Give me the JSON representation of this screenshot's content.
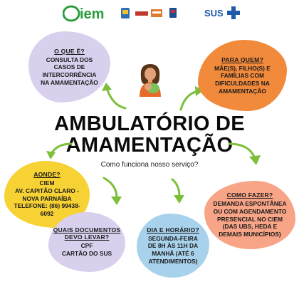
{
  "header": {
    "iem_logo": "iem",
    "sus_logo": "SUS"
  },
  "title": {
    "line1": "AMBULATÓRIO DE",
    "line2": "AMAMENTAÇÃO"
  },
  "subtitle": "Como funciona nosso serviço?",
  "blobs": {
    "o_que_e": {
      "question": "O QUE É?",
      "lines": [
        "CONSULTA DOS",
        "CASOS DE",
        "INTERCORRÊNCIA",
        "NA AMAMENTAÇÃO"
      ]
    },
    "para_quem": {
      "question": "PARA QUEM?",
      "lines": [
        "MÃE(S), FILHO(S) E",
        "FAMÍLIAS COM",
        "DIFICULDADES  NA",
        "AMAMENTAÇÃO"
      ]
    },
    "aonde": {
      "question": "AONDE?",
      "lines": [
        "CIEM",
        "AV. CAPITÃO CLARO -",
        "NOVA PARNAÍBA",
        "TELEFONE: (86) 99438-",
        "6092"
      ]
    },
    "como_fazer": {
      "question": "COMO FAZER?",
      "lines": [
        "DEMANDA ESPONTÂNEA",
        "OU COM AGENDAMENTO",
        "PRESENCIAL NO CIEM",
        "(DAS UBS, HEDA E",
        "DEMAIS MUNICÍPIOS)"
      ]
    },
    "documentos": {
      "question": "QUAIS DOCUMENTOS",
      "question2": "DEVO LEVAR?",
      "lines": [
        "CPF",
        "CARTÃO DO SUS"
      ]
    },
    "dia_horario": {
      "question": "DIA E HORÁRIO?",
      "lines": [
        "SEGUNDA-FEIRA",
        "DE 8H ÀS 11H DA",
        "MANHÃ (ATÉ 6",
        "ATENDIMENTOS)"
      ]
    }
  },
  "colors": {
    "arrow": "#7bbf3a",
    "lavender": "#d9d0ee",
    "orange": "#f28a3c",
    "yellow": "#f7d234",
    "salmon": "#f7a487",
    "blue": "#a8d2ec"
  }
}
